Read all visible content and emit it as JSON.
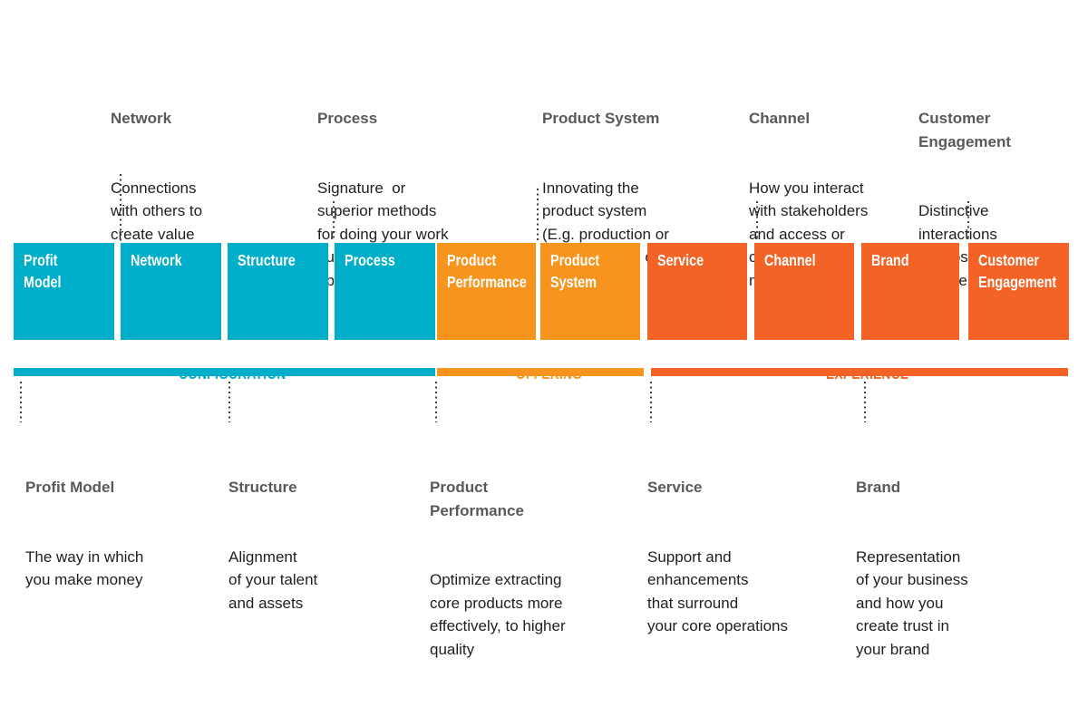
{
  "colors": {
    "teal": "#00AEC9",
    "orange": "#F7941E",
    "dark_orange": "#F26325",
    "title_gray": "#595959",
    "body_text": "#1F1F1F",
    "connector": "#3F3F3F"
  },
  "top_annotations": [
    {
      "title": "Network",
      "body": "Connections\nwith others to\ncreate value"
    },
    {
      "title": "Process",
      "body": "Signature  or\nsuperior methods\nfor doing your work\noutside of\noperations"
    },
    {
      "title": "Product System",
      "body": "Innovating the\nproduct system\n(E.g. production or\ninnovative use of\nbyproducts)"
    },
    {
      "title": "Channel",
      "body": "How you interact\nwith stakeholders\nand access or\ncreate new\nmarkets"
    },
    {
      "title": "Customer\nEngagement",
      "body": "Distinctive\ninteractions\nyou foster, including\njoint ventures"
    }
  ],
  "boxes": [
    {
      "label": "Profit\nModel",
      "group": "CONFIGURATION"
    },
    {
      "label": "Network",
      "group": "CONFIGURATION"
    },
    {
      "label": "Structure",
      "group": "CONFIGURATION"
    },
    {
      "label": "Process",
      "group": "CONFIGURATION"
    },
    {
      "label": "Product\nPerformance",
      "group": "OFFERING"
    },
    {
      "label": "Product\nSystem",
      "group": "OFFERING"
    },
    {
      "label": "Service",
      "group": "EXPERIENCE"
    },
    {
      "label": "Channel",
      "group": "EXPERIENCE"
    },
    {
      "label": "Brand",
      "group": "EXPERIENCE"
    },
    {
      "label": "Customer\nEngagement",
      "group": "EXPERIENCE"
    }
  ],
  "groups": [
    {
      "label": "CONFIGURATION",
      "color": "#00AEC9"
    },
    {
      "label": "OFFERING",
      "color": "#F7941E"
    },
    {
      "label": "EXPERIENCE",
      "color": "#F26325"
    }
  ],
  "bottom_annotations": [
    {
      "title": "Profit Model",
      "body": "The way in which\nyou make money"
    },
    {
      "title": "Structure",
      "body": "Alignment\nof your talent\nand assets"
    },
    {
      "title": "Product\nPerformance",
      "body": "Optimize extracting\ncore products more\neffectively, to higher\nquality"
    },
    {
      "title": "Service",
      "body": "Support and\nenhancements\nthat surround\nyour core operations"
    },
    {
      "title": "Brand",
      "body": "Representation\nof your business\nand how you\ncreate trust in\nyour brand"
    }
  ]
}
